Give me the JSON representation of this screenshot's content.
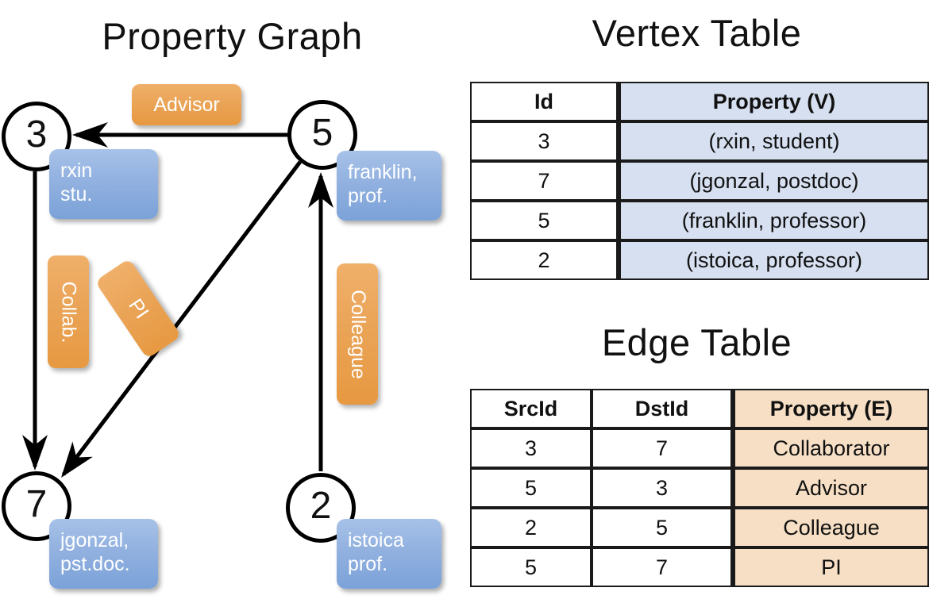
{
  "titles": {
    "property_graph": "Property Graph",
    "vertex_table": "Vertex Table",
    "edge_table": "Edge Table"
  },
  "graph": {
    "nodes": [
      {
        "id": "3",
        "label": "3",
        "property_lines": [
          "rxin",
          "stu."
        ]
      },
      {
        "id": "5",
        "label": "5",
        "property_lines": [
          "franklin,",
          "prof."
        ]
      },
      {
        "id": "7",
        "label": "7",
        "property_lines": [
          "jgonzal,",
          "pst.doc."
        ]
      },
      {
        "id": "2",
        "label": "2",
        "property_lines": [
          "istoica",
          "prof."
        ]
      }
    ],
    "vertex_property_boxes": [
      {
        "name": "rxin",
        "line1": "rxin",
        "line2": "stu."
      },
      {
        "name": "franklin",
        "line1": "franklin,",
        "line2": "prof."
      },
      {
        "name": "jgonzal",
        "line1": "jgonzal,",
        "line2": "pst.doc."
      },
      {
        "name": "istoica",
        "line1": "istoica",
        "line2": "prof."
      }
    ],
    "edge_labels": [
      {
        "name": "advisor",
        "text": "Advisor",
        "orientation": "horizontal"
      },
      {
        "name": "collab",
        "text": "Collab.",
        "orientation": "vertical"
      },
      {
        "name": "pi",
        "text": "PI",
        "orientation": "rotated"
      },
      {
        "name": "colleague",
        "text": "Colleague",
        "orientation": "vertical"
      }
    ],
    "edges": [
      {
        "src": "5",
        "dst": "3",
        "label": "Advisor"
      },
      {
        "src": "3",
        "dst": "7",
        "label": "Collab."
      },
      {
        "src": "5",
        "dst": "7",
        "label": "PI"
      },
      {
        "src": "2",
        "dst": "5",
        "label": "Colleague"
      }
    ]
  },
  "vertex_table": {
    "headers": [
      "Id",
      "Property (V)"
    ],
    "rows": [
      {
        "id": "3",
        "property": "(rxin, student)"
      },
      {
        "id": "7",
        "property": "(jgonzal, postdoc)"
      },
      {
        "id": "5",
        "property": "(franklin, professor)"
      },
      {
        "id": "2",
        "property": "(istoica, professor)"
      }
    ]
  },
  "edge_table": {
    "headers": [
      "SrcId",
      "DstId",
      "Property (E)"
    ],
    "rows": [
      {
        "src": "3",
        "dst": "7",
        "property": "Collaborator"
      },
      {
        "src": "5",
        "dst": "3",
        "property": "Advisor"
      },
      {
        "src": "2",
        "dst": "5",
        "property": "Colleague"
      },
      {
        "src": "5",
        "dst": "7",
        "property": "PI"
      }
    ]
  },
  "colors": {
    "vertex_property_fill": "#d6e0f0",
    "edge_property_fill": "#f6dfc5",
    "vertex_box_accent": "#7ba2d8",
    "edge_box_accent": "#e79941",
    "stroke": "#000000"
  }
}
